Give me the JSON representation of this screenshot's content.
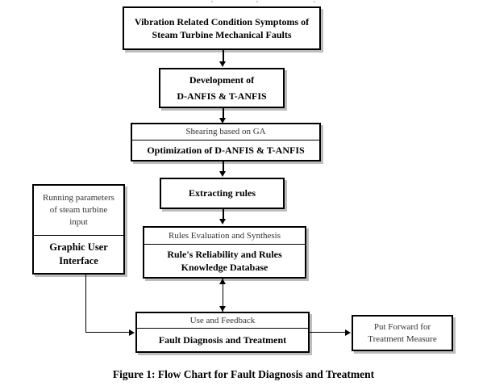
{
  "figure": {
    "caption": "Figure 1: Flow Chart for Fault Diagnosis and Treatment"
  },
  "colors": {
    "background": "#ffffff",
    "border": "#000000",
    "shadow": "#bdbdbd",
    "secondary_text": "#333333"
  },
  "nodes": {
    "symptoms": {
      "line1": "Vibration Related Condition Symptoms of",
      "line2": "Steam Turbine Mechanical Faults"
    },
    "development": {
      "line1": "Development of",
      "line2": "D-ANFIS & T-ANFIS"
    },
    "optimization": {
      "header": "Shearing based on GA",
      "body": "Optimization of D-ANFIS & T-ANFIS"
    },
    "extracting": {
      "body": "Extracting rules"
    },
    "rules_db": {
      "header": "Rules Evaluation and Synthesis",
      "body_line1": "Rule's Reliability and Rules",
      "body_line2": "Knowledge Database"
    },
    "running_params": {
      "line1": "Running parameters",
      "line2": "of steam turbine",
      "line3": "input"
    },
    "gui": {
      "line1": "Graphic User",
      "line2": "Interface"
    },
    "fault_diagnosis": {
      "header": "Use and Feedback",
      "body": "Fault Diagnosis and Treatment"
    },
    "treatment_measure": {
      "line1": "Put Forward for",
      "line2": "Treatment Measure"
    }
  },
  "connectors": [
    {
      "name": "symptoms-to-development",
      "type": "arrow-down"
    },
    {
      "name": "development-to-optimization",
      "type": "arrow-down"
    },
    {
      "name": "optimization-to-extracting",
      "type": "arrow-down"
    },
    {
      "name": "extracting-to-rules-db",
      "type": "arrow-down"
    },
    {
      "name": "rules-db-to-fault-diagnosis",
      "type": "arrow-bidirectional"
    },
    {
      "name": "gui-to-fault-diagnosis",
      "type": "arrow-right-elbow"
    },
    {
      "name": "fault-diagnosis-to-treatment-measure",
      "type": "arrow-right"
    }
  ]
}
